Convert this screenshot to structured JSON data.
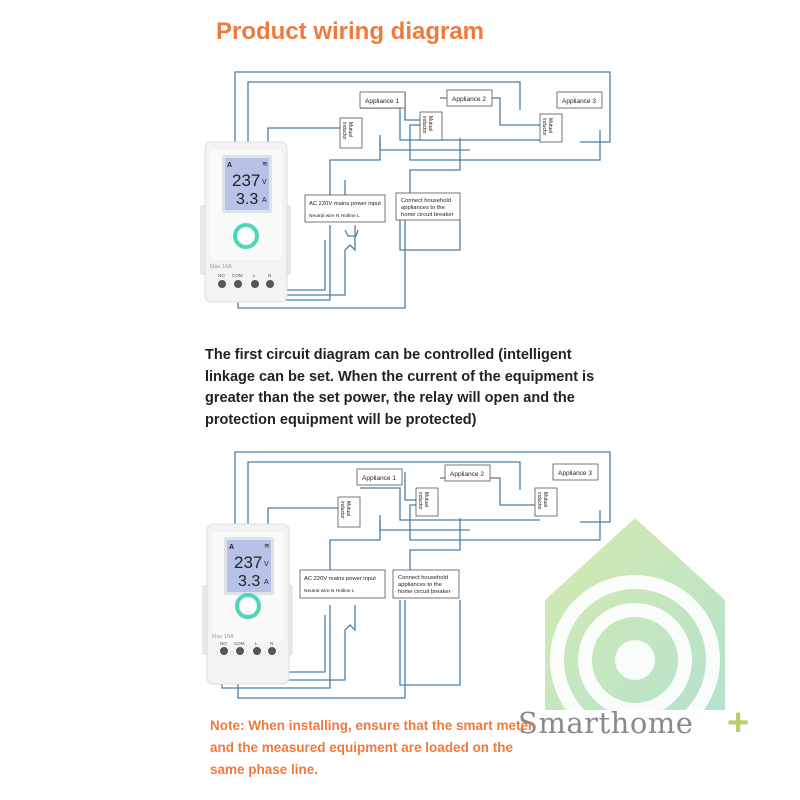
{
  "title": "Product wiring diagram",
  "description_lines": [
    "The first circuit diagram can be controlled (intelligent",
    "linkage can be set. When the current of the equipment is",
    "greater than the set power, the relay will open and the",
    "protection equipment will be protected)"
  ],
  "note_lines": [
    "Note: When installing, ensure that the smart meter",
    "and the measured equipment are loaded on the",
    "same phase line."
  ],
  "diagrams": [
    {
      "appliances": [
        "Appliance 1",
        "Appliance 2",
        "Appliance 3"
      ],
      "inductor_label": [
        "Mutual",
        "inductor"
      ],
      "power_box": {
        "line1": "AC 220V mains power input",
        "line2": "Neutral wire N    Hotline L"
      },
      "connect_box": [
        "Connect household",
        "appliances to the",
        "home circuit breaker"
      ],
      "meter": {
        "voltage": "237",
        "voltage_unit": "V",
        "current": "3.3",
        "current_unit": "A",
        "max_label": "Max 16A",
        "terminals": [
          "NO",
          "COM",
          "L",
          "N"
        ],
        "mode_letter": "A"
      }
    },
    {
      "appliances": [
        "Appliance 1",
        "Appliance 2",
        "Appliance 3"
      ],
      "inductor_label": [
        "Mutual",
        "inductor"
      ],
      "power_box": {
        "line1": "AC 220V mains power input",
        "line2": "Neutral wire N    Hotline L"
      },
      "connect_box": [
        "Connect household",
        "appliances to the",
        "home circuit breaker"
      ],
      "meter": {
        "voltage": "237",
        "voltage_unit": "V",
        "current": "3.3",
        "current_unit": "A",
        "max_label": "Max 16A",
        "terminals": [
          "NO",
          "COM",
          "L",
          "N"
        ],
        "mode_letter": "A"
      }
    }
  ],
  "watermark": {
    "text": "Smarthome",
    "plus": "+"
  },
  "colors": {
    "accent": "#ef7a3d",
    "wire": "#4a7fa8",
    "lcd": "#b7c2e6",
    "ring": "#4fd6b8"
  }
}
